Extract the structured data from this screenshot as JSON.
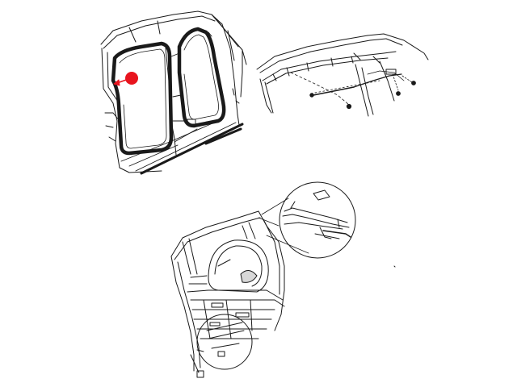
{
  "image": {
    "background_color": "#ffffff",
    "line_color": "#1a1a1a",
    "marker_color": "#e8141e"
  },
  "views": [
    {
      "name": "door-opening-weatherstrip-view",
      "description_visible": false
    },
    {
      "name": "roof-rail-drip-molding-view",
      "description_visible": false
    },
    {
      "name": "rear-cargo-interior-view",
      "description_visible": false
    }
  ],
  "marker": {
    "shape": "dot",
    "icon": "red-dot-callout"
  }
}
